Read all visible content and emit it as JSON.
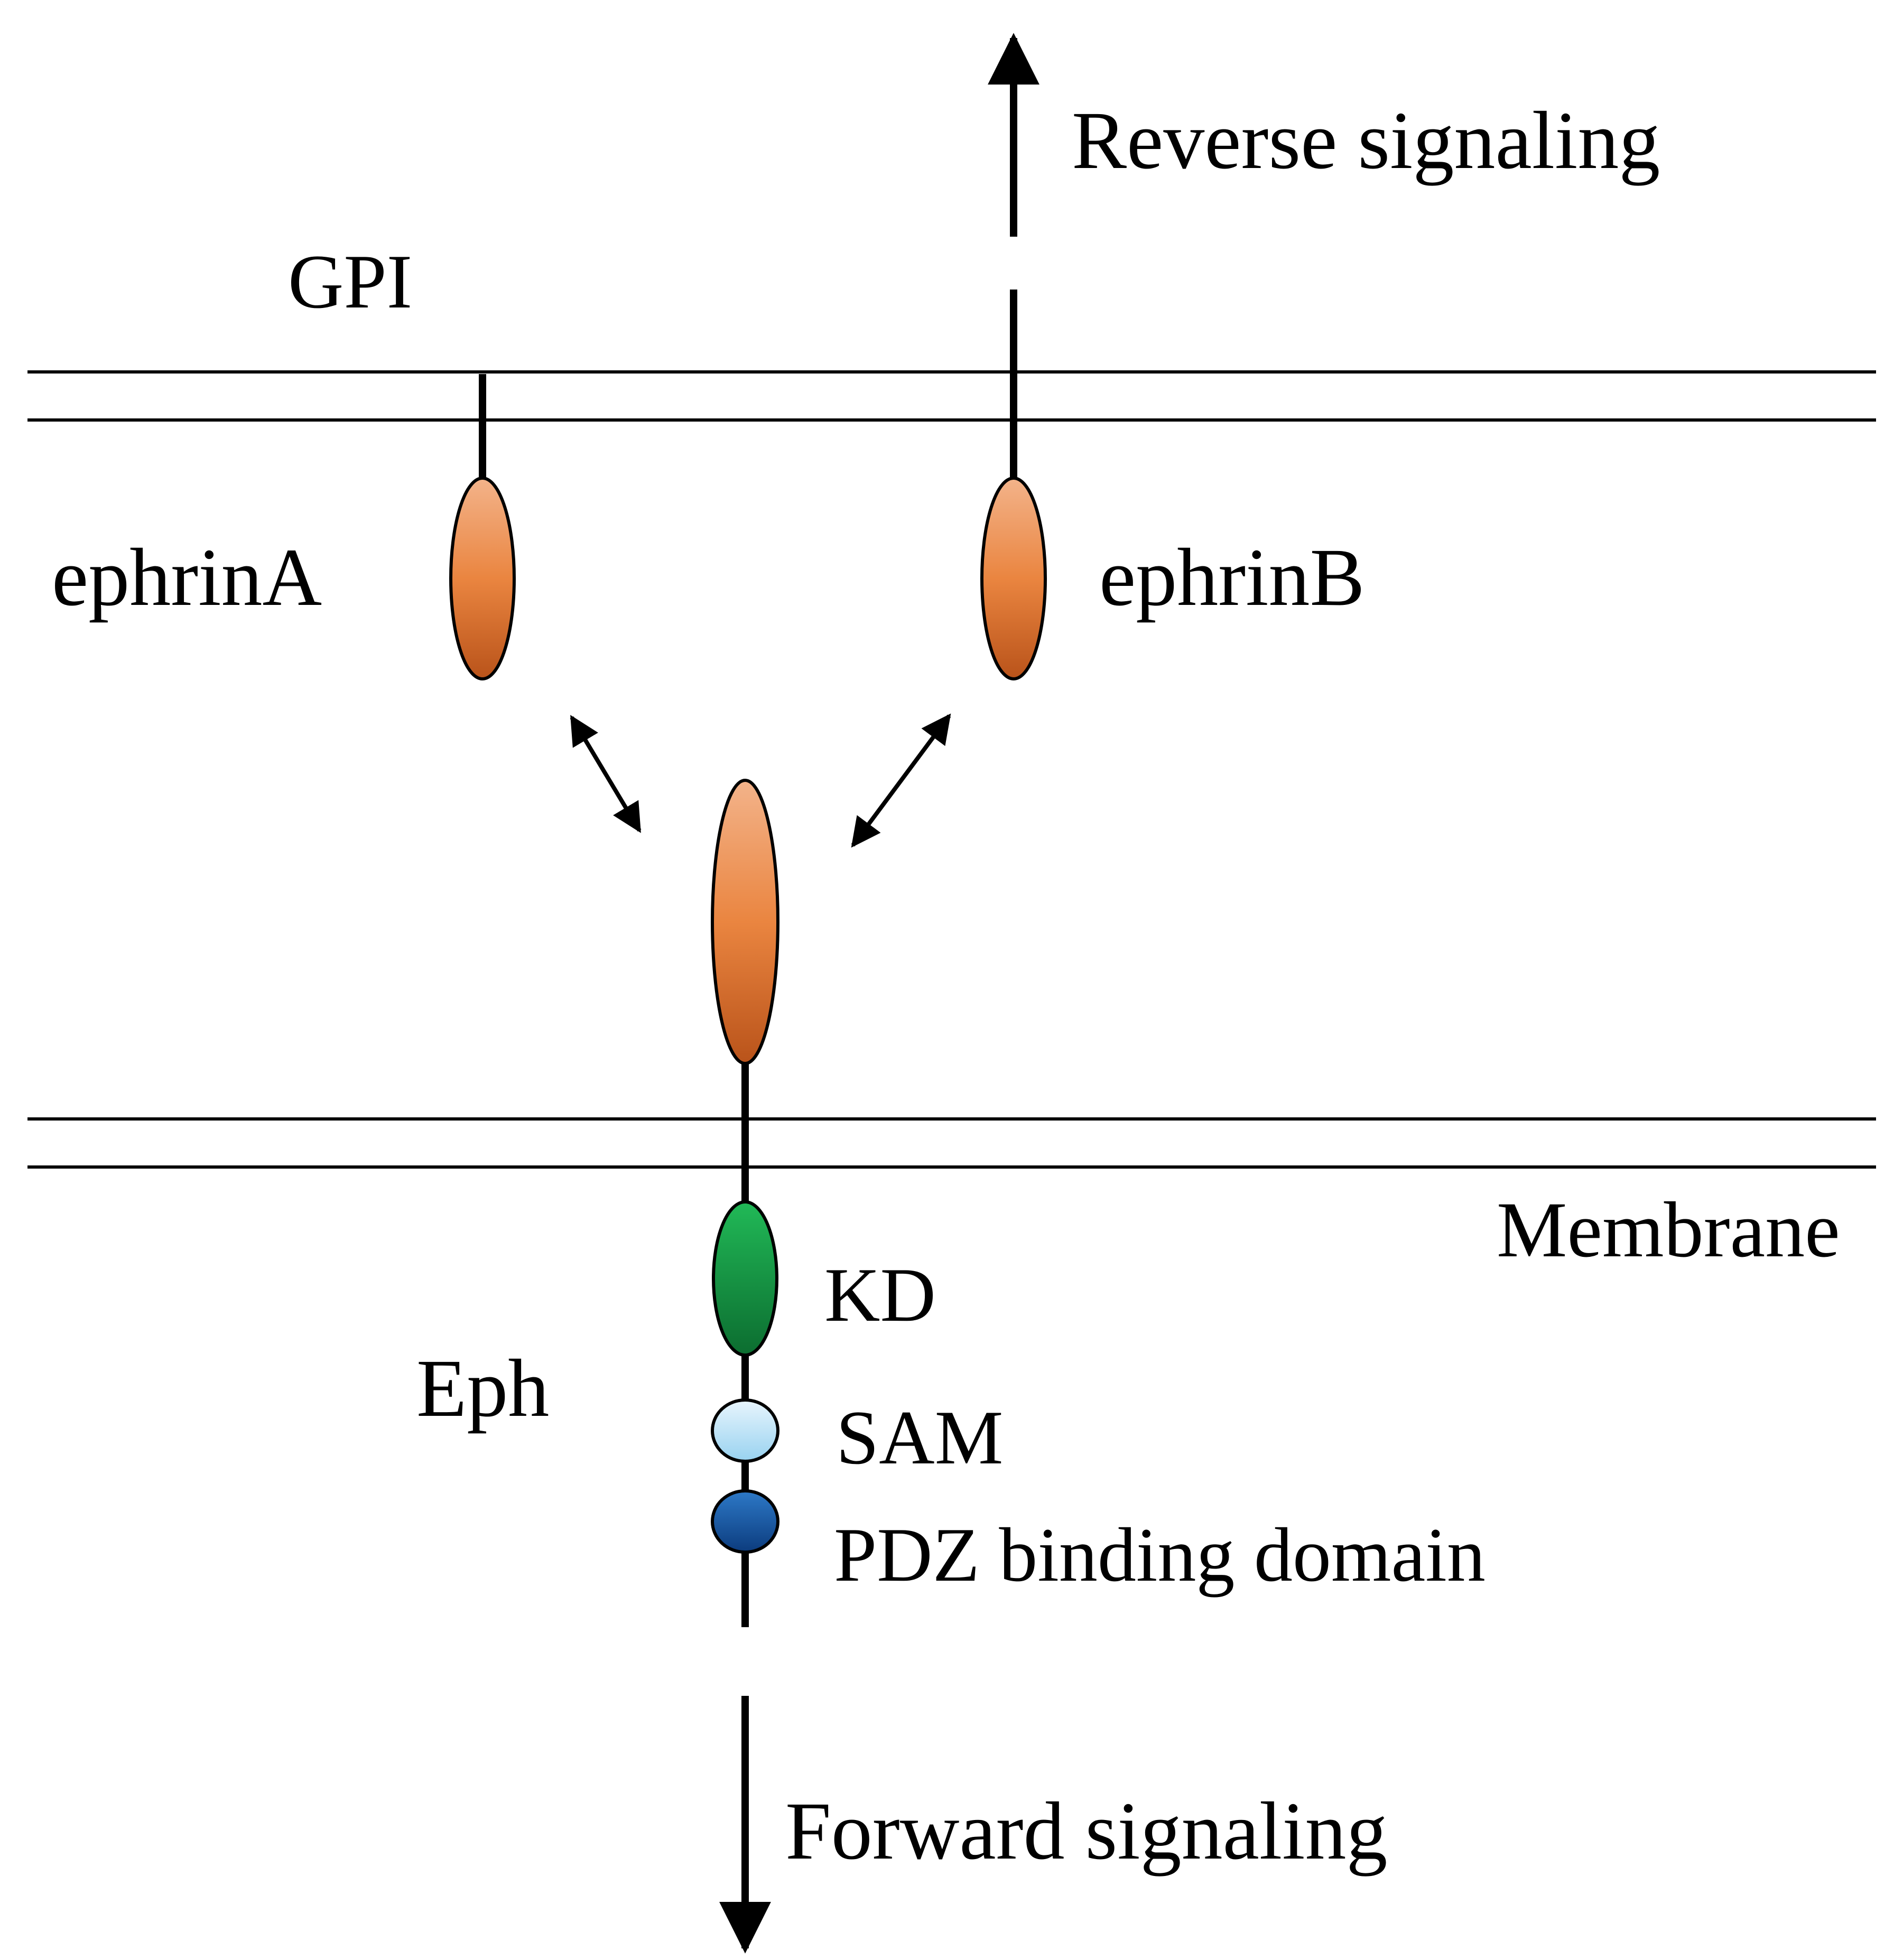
{
  "labels": {
    "reverse_signaling": "Reverse signaling",
    "gpi": "GPI",
    "ephrin_a": "ephrinA",
    "ephrin_b": "ephrinB",
    "membrane": "Membrane",
    "kd": "KD",
    "eph": "Eph",
    "sam": "SAM",
    "pdz": "PDZ binding domain",
    "forward_signaling": "Forward signaling"
  },
  "colors": {
    "line": "#000000",
    "ligand_light": "#f3b38a",
    "ligand_mid": "#ea8540",
    "ligand_dark": "#b9531a",
    "kd_light": "#21b957",
    "kd_dark": "#0c6d30",
    "sam_light": "#e8f5fd",
    "sam_dark": "#98d2f0",
    "pdz_light": "#2d79c7",
    "pdz_dark": "#0c3c7e"
  }
}
